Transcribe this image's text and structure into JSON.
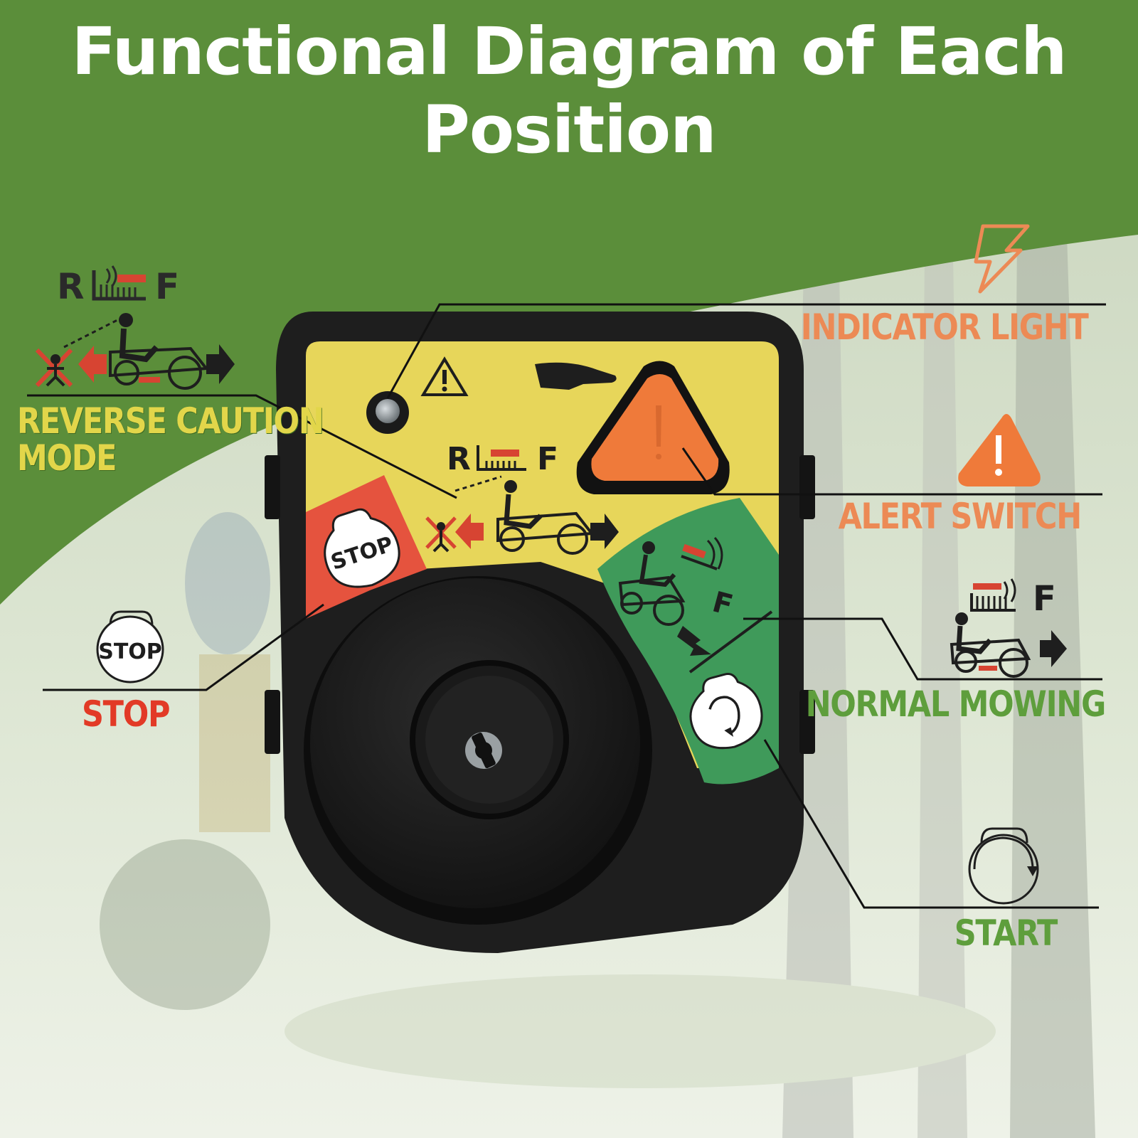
{
  "title": "Functional Diagram of Each Position",
  "labels": {
    "reverse_caution_mode": "REVERSE CAUTION MODE",
    "reverse_caution_line1": "REVERSE CAUTION",
    "reverse_caution_line2": "MODE",
    "indicator_light": "INDICATOR LIGHT",
    "alert_switch": "ALERT SWITCH",
    "normal_mowing": "NORMAL MOWING",
    "start": "START",
    "stop": "STOP"
  },
  "icons": {
    "reverse_icon_r": "R",
    "reverse_icon_f": "F",
    "normal_icon_f": "F",
    "stop_icon": "STOP",
    "stop_knob": "STOP",
    "panel_r": "R",
    "panel_f": "F",
    "green_f": "F"
  },
  "colors": {
    "green_banner": "#5b8e3a",
    "panel_yellow": "#e7d65a",
    "stop_red": "#e5533e",
    "start_green": "#3f9a5a",
    "alert_orange": "#ef7a3a",
    "label_orange": "#ec8a55",
    "label_green": "#5e9e3c",
    "label_red": "#e23a26",
    "label_yellow": "#e2d64a"
  }
}
